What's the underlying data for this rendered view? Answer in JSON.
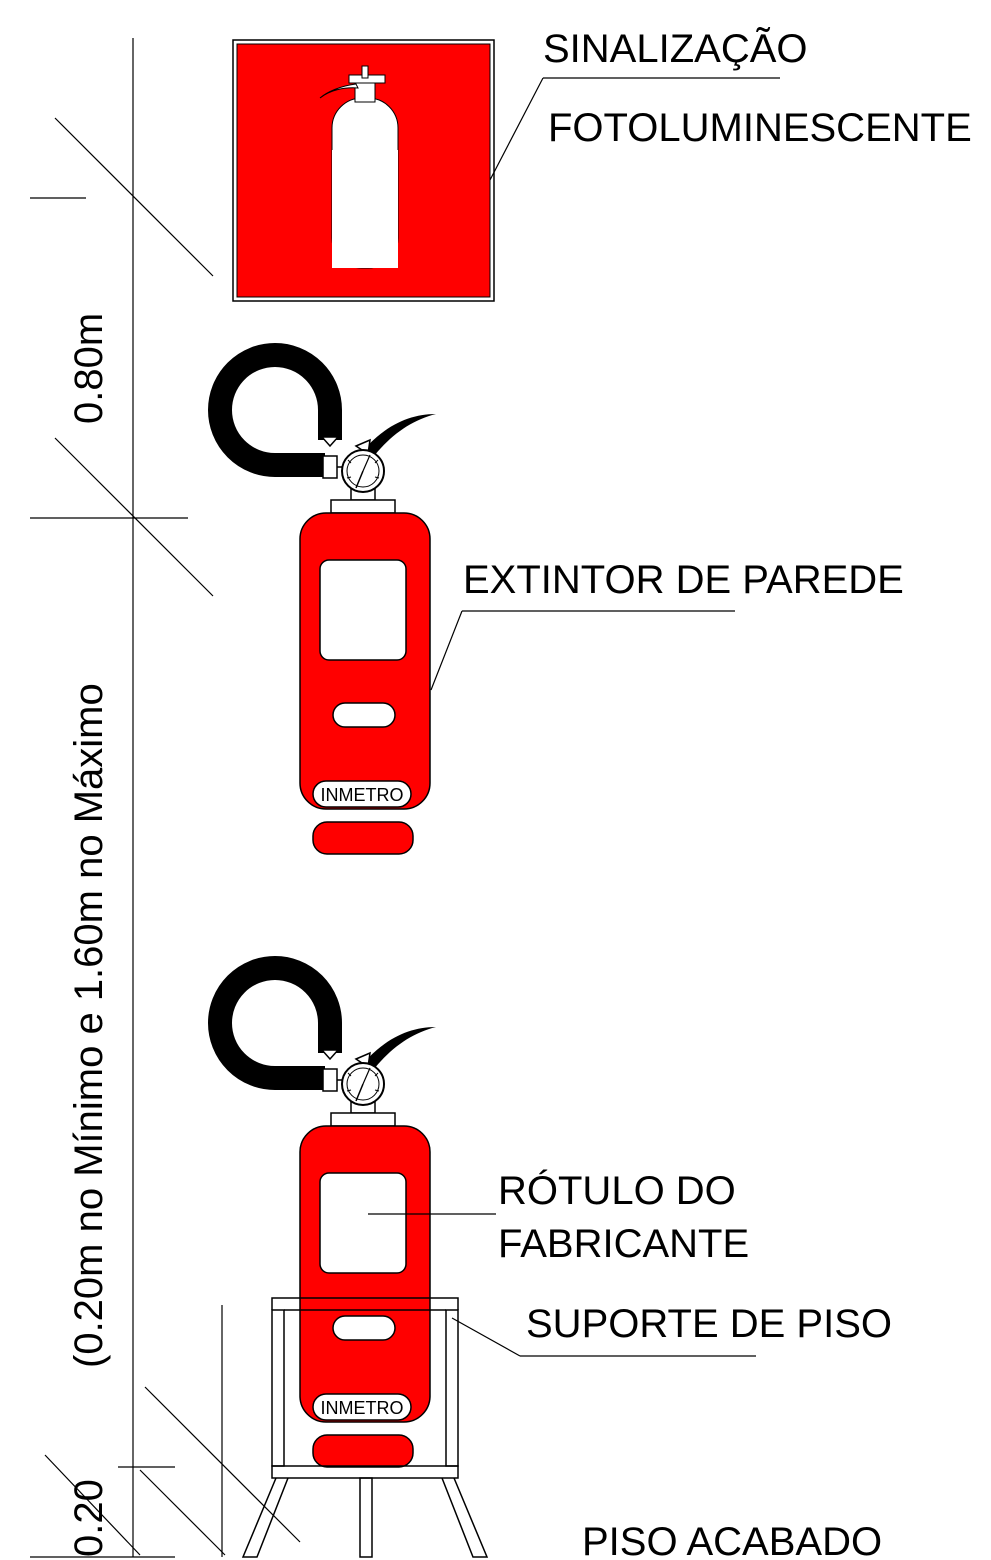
{
  "labels": {
    "signage_line1": "SINALIZAÇÃO",
    "signage_line2": "FOTOLUMINESCENTE",
    "wall_extinguisher": "EXTINTOR DE PAREDE",
    "manufacturer_label_line1": "RÓTULO DO",
    "manufacturer_label_line2": "FABRICANTE",
    "floor_support": "SUPORTE DE PISO",
    "finished_floor": "PISO ACABADO"
  },
  "dimensions": {
    "upper": "0.80m",
    "range": "(0.20m no Mínimo e 1.60m no Máximo",
    "lower": "0.20"
  },
  "extinguisher_tag": "INMETRO",
  "colors": {
    "red": "#ff0000",
    "ink": "#000000",
    "paper": "#ffffff"
  }
}
